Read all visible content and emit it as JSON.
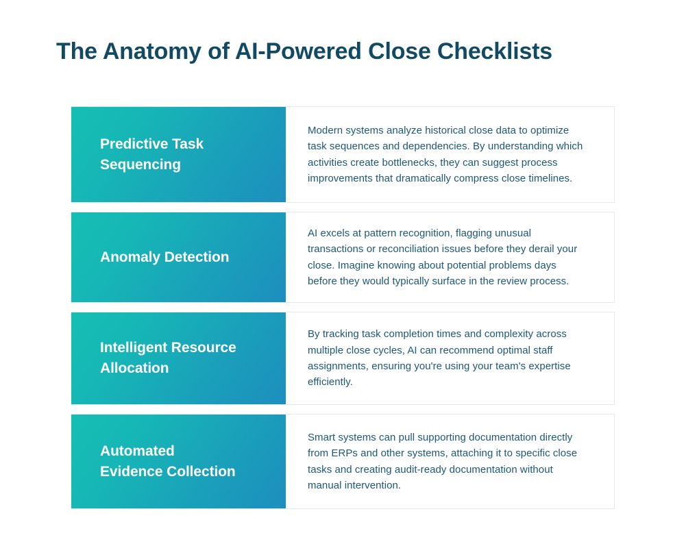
{
  "header": {
    "title": "The Anatomy of AI-Powered Close Checklists",
    "title_color": "#124A63"
  },
  "theme": {
    "background": "#ffffff",
    "gradient_start": "#15BFB3",
    "gradient_end": "#1C8EBE",
    "card_border": "#e4e9eb",
    "body_text_color": "#1C5878",
    "label_text_color": "#ffffff"
  },
  "cards": [
    {
      "label": "Predictive Task\nSequencing",
      "body": "Modern systems analyze historical close data to optimize task sequences and dependencies. By understanding which activities create bottlenecks, they can suggest process improvements that dramatically compress close timelines."
    },
    {
      "label": "Anomaly Detection",
      "body": "AI excels at pattern recognition, flagging unusual transactions or reconciliation issues before they derail your close. Imagine knowing about potential problems days before they would typically surface in the review process."
    },
    {
      "label": "Intelligent Resource\nAllocation",
      "body": "By tracking task completion times and complexity across multiple close cycles, AI can recommend optimal staff assignments, ensuring you're using your team's expertise efficiently."
    },
    {
      "label": "Automated\nEvidence Collection",
      "body": "Smart systems can pull supporting documentation directly from ERPs and other systems, attaching it to specific close tasks and creating audit-ready documentation without manual intervention."
    }
  ]
}
